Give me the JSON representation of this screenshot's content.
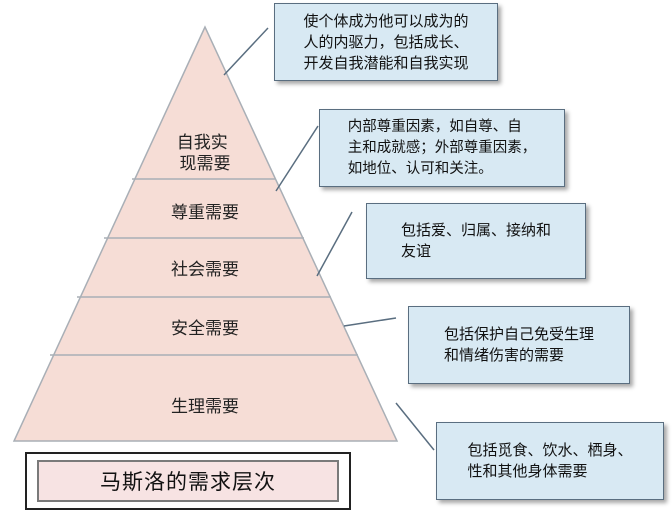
{
  "colors": {
    "pyramid_fill": "#f6ddd6",
    "pyramid_stroke": "#a9afb6",
    "box_fill": "#d8e9f3",
    "title_fill": "#f7e3e3"
  },
  "pyramid": {
    "levels": [
      {
        "lines": [
          "自我实",
          "现需要"
        ]
      },
      {
        "lines": [
          "尊重需要"
        ]
      },
      {
        "lines": [
          "社会需要"
        ]
      },
      {
        "lines": [
          "安全需要"
        ]
      },
      {
        "lines": [
          "生理需要"
        ]
      }
    ]
  },
  "descriptions": [
    {
      "lines": [
        "使个体成为他可以成为的",
        "人的内驱力，包括成长、",
        "开发自我潜能和自我实现"
      ]
    },
    {
      "lines": [
        "内部尊重因素，如自尊、自",
        "主和成就感；外部尊重因素，",
        "如地位、认可和关注。"
      ]
    },
    {
      "lines": [
        "包括爱、归属、接纳和",
        "友谊"
      ]
    },
    {
      "lines": [
        "包括保护自己免受生理",
        "和情绪伤害的需要"
      ]
    },
    {
      "lines": [
        "包括觅食、饮水、栖身、",
        "性和其他身体需要"
      ]
    }
  ],
  "title": "马斯洛的需求层次"
}
